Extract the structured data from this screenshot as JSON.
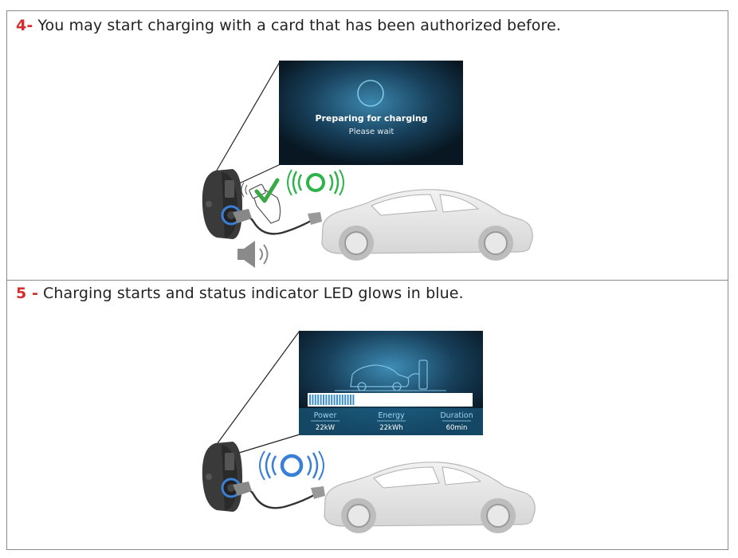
{
  "step4": {
    "number": "4-",
    "text": "You may start charging with a card that has been authorized before.",
    "screen": {
      "title": "Preparing for charging",
      "subtitle": "Please wait"
    }
  },
  "step5": {
    "number": "5 -",
    "text": "Charging starts and status indicator LED glows in blue.",
    "screen": {
      "stats": [
        {
          "label": "Power",
          "value": "22kW"
        },
        {
          "label": "Energy",
          "value": "22kWh"
        },
        {
          "label": "Duration",
          "value": "60min"
        }
      ],
      "progress": 0.27
    }
  },
  "colors": {
    "step_number": "#d62b30",
    "led_green": "#2db34a",
    "led_blue": "#3a7fd5",
    "check_green": "#3aa845",
    "screen_dark": "#0d2233",
    "screen_glow": "#2f7fa8"
  },
  "icons": [
    "checkmark-icon",
    "nfc-card-icon",
    "speaker-icon",
    "led-indicator-icon"
  ]
}
